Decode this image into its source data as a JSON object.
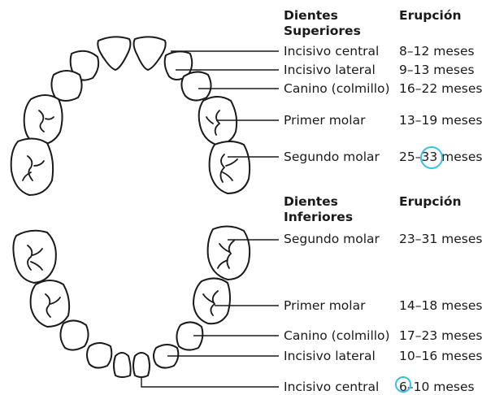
{
  "upper": {
    "header_teeth": "Dientes Superiores",
    "header_eruption": "Erupción",
    "rows": [
      {
        "tooth": "Incisivo central",
        "eruption": "8–12 meses"
      },
      {
        "tooth": "Incisivo lateral",
        "eruption": "9–13 meses"
      },
      {
        "tooth": "Canino (colmillo)",
        "eruption": "16–22 meses"
      },
      {
        "tooth": "Primer molar",
        "eruption": "13–19 meses"
      },
      {
        "tooth": "Segundo molar",
        "eruption": "25–33 meses"
      }
    ]
  },
  "lower": {
    "header_teeth": "Dientes Inferiores",
    "header_eruption": "Erupción",
    "rows": [
      {
        "tooth": "Segundo molar",
        "eruption": "23–31 meses"
      },
      {
        "tooth": "Primer molar",
        "eruption": "14–18 meses"
      },
      {
        "tooth": "Canino (colmillo)",
        "eruption": "17–23 meses"
      },
      {
        "tooth": "Incisivo lateral",
        "eruption": "10–16 meses"
      },
      {
        "tooth": "Incisivo central",
        "eruption": "6–10 meses"
      }
    ]
  },
  "colors": {
    "outline": "#1a1a1a",
    "highlight": "#38c0e8"
  }
}
